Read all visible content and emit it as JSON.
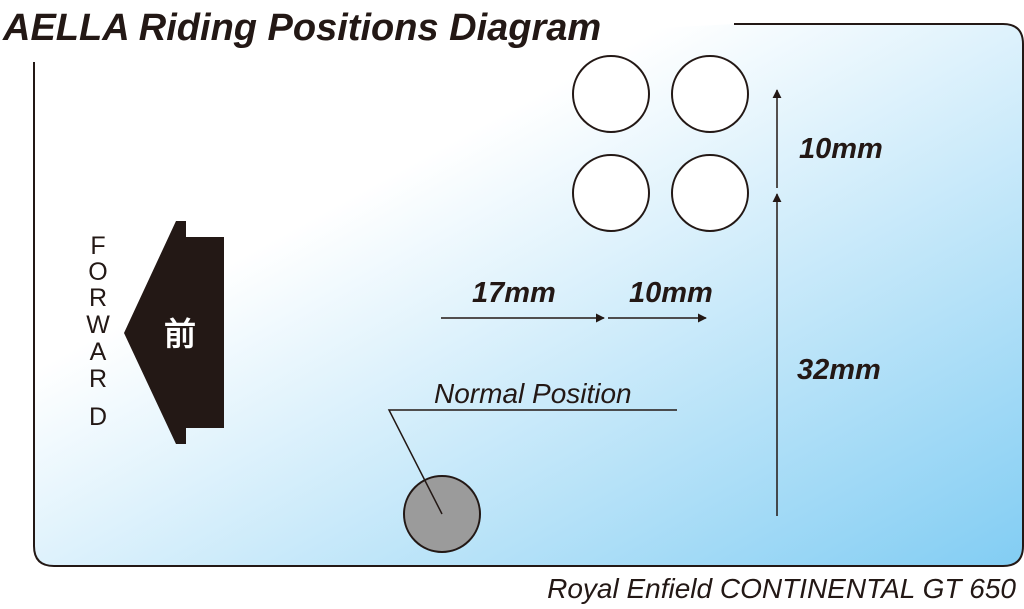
{
  "title": "AELLA Riding Positions Diagram",
  "footer": "Royal Enfield CONTINENTAL GT 650",
  "forward": {
    "letters": [
      "F",
      "O",
      "R",
      "W",
      "A",
      "R",
      "D"
    ],
    "kanji": "前"
  },
  "labels": {
    "normal_position": "Normal Position",
    "horizontal_offset_1": "17mm",
    "horizontal_offset_2": "10mm",
    "vertical_offset_1": "32mm",
    "vertical_offset_2": "10mm"
  },
  "colors": {
    "frame_stroke": "#231815",
    "gradient_start": "#ffffff",
    "gradient_end": "#82cdf3",
    "normal_fill": "#9b9b9b",
    "hole_fill": "#ffffff",
    "text": "#231815"
  }
}
